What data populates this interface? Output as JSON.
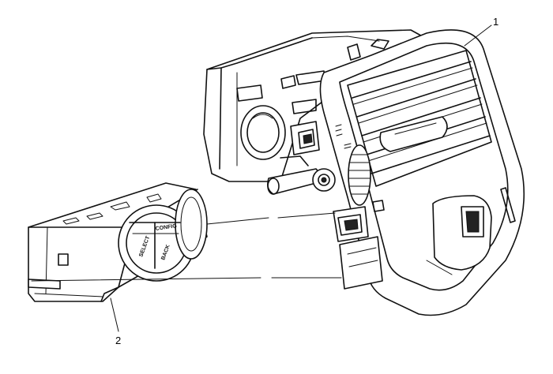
{
  "callouts": [
    {
      "id": "1",
      "text": "1"
    },
    {
      "id": "2",
      "text": "2"
    }
  ],
  "button_labels": {
    "config": "CONFIG",
    "select": "SELECT",
    "back": "BACK"
  },
  "colors": {
    "line": "#111111",
    "background": "#ffffff"
  }
}
